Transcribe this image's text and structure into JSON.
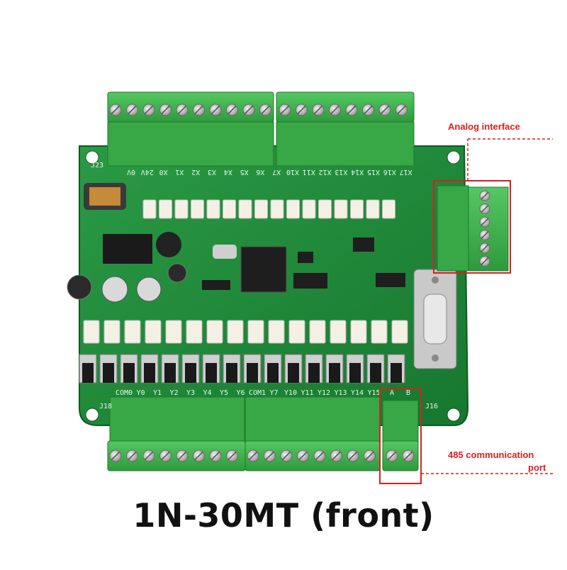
{
  "caption": "1N-30MT (front)",
  "callouts": {
    "analog": "Analog interface",
    "rs485_line1": "485 communication",
    "rs485_line2": "port"
  },
  "board_labels": {
    "top_inputs": [
      "0V",
      "24V",
      "X0",
      "X1",
      "X2",
      "X3",
      "X4",
      "X5",
      "X6",
      "X7",
      "X10",
      "X11",
      "X12",
      "X13",
      "X14",
      "X15",
      "X16",
      "X17"
    ],
    "bottom_outputs": [
      "COM0",
      "Y0",
      "Y1",
      "Y2",
      "Y3",
      "Y4",
      "Y5",
      "Y6",
      "COM1",
      "Y7",
      "Y10",
      "Y11",
      "Y12",
      "Y13",
      "Y14",
      "Y15"
    ],
    "rs485_ab": [
      "A",
      "B"
    ],
    "j16": "J16",
    "j18": "J18",
    "j23": "J23"
  },
  "colors": {
    "pcb": "#1f8a3a",
    "terminal": "#3fb34c",
    "callout": "#d81f1f"
  }
}
